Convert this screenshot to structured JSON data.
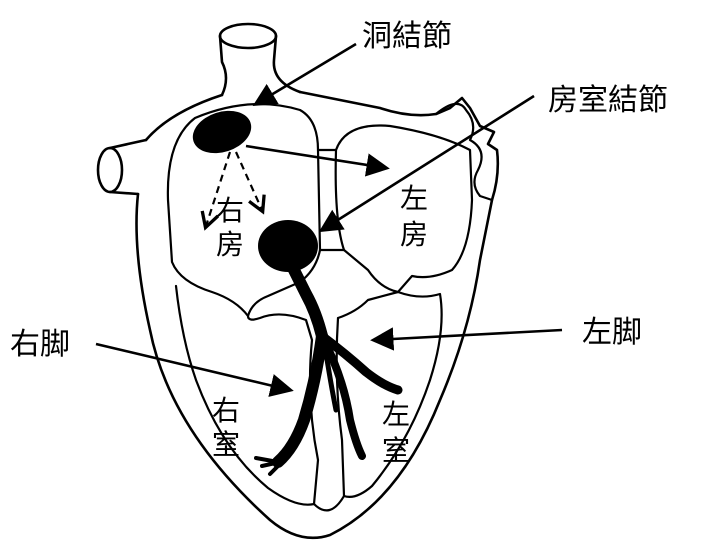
{
  "labels": {
    "sinoatrial_node": "洞結節",
    "av_node": "房室結節",
    "right_atrium_1": "右",
    "right_atrium_2": "房",
    "left_atrium_1": "左",
    "left_atrium_2": "房",
    "right_bundle": "右脚",
    "left_bundle": "左脚",
    "right_ventricle_1": "右",
    "right_ventricle_2": "室",
    "left_ventricle_1": "左",
    "left_ventricle_2": "室"
  }
}
